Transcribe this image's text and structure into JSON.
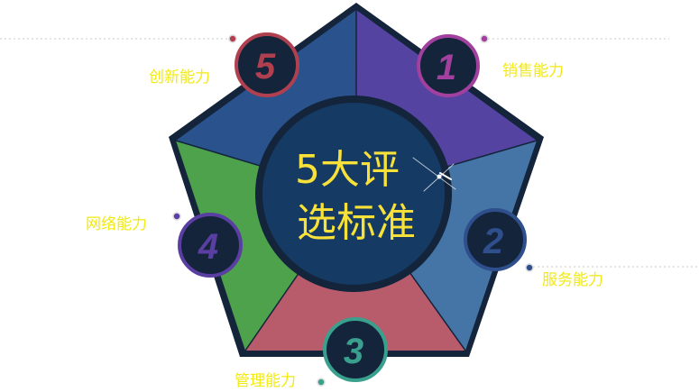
{
  "center": {
    "line1": "5大评",
    "line2": "选标准"
  },
  "colors": {
    "label": "#f2ea12",
    "center_text": "#f8e23a",
    "outline": "#13243b",
    "center_fill": "#153a63"
  },
  "items": [
    {
      "number": "1",
      "label": "销售能力",
      "segment_color": "#5443a1",
      "ring_color": "#a2409f"
    },
    {
      "number": "2",
      "label": "服务能力",
      "segment_color": "#4575a7",
      "ring_color": "#2f4f8c"
    },
    {
      "number": "3",
      "label": "管理能力",
      "segment_color": "#b85c6c",
      "ring_color": "#3aa08e"
    },
    {
      "number": "4",
      "label": "网络能力",
      "segment_color": "#4ea24c",
      "ring_color": "#5a3ea2"
    },
    {
      "number": "5",
      "label": "创新能力",
      "segment_color": "#2a538e",
      "ring_color": "#b0404f"
    }
  ]
}
